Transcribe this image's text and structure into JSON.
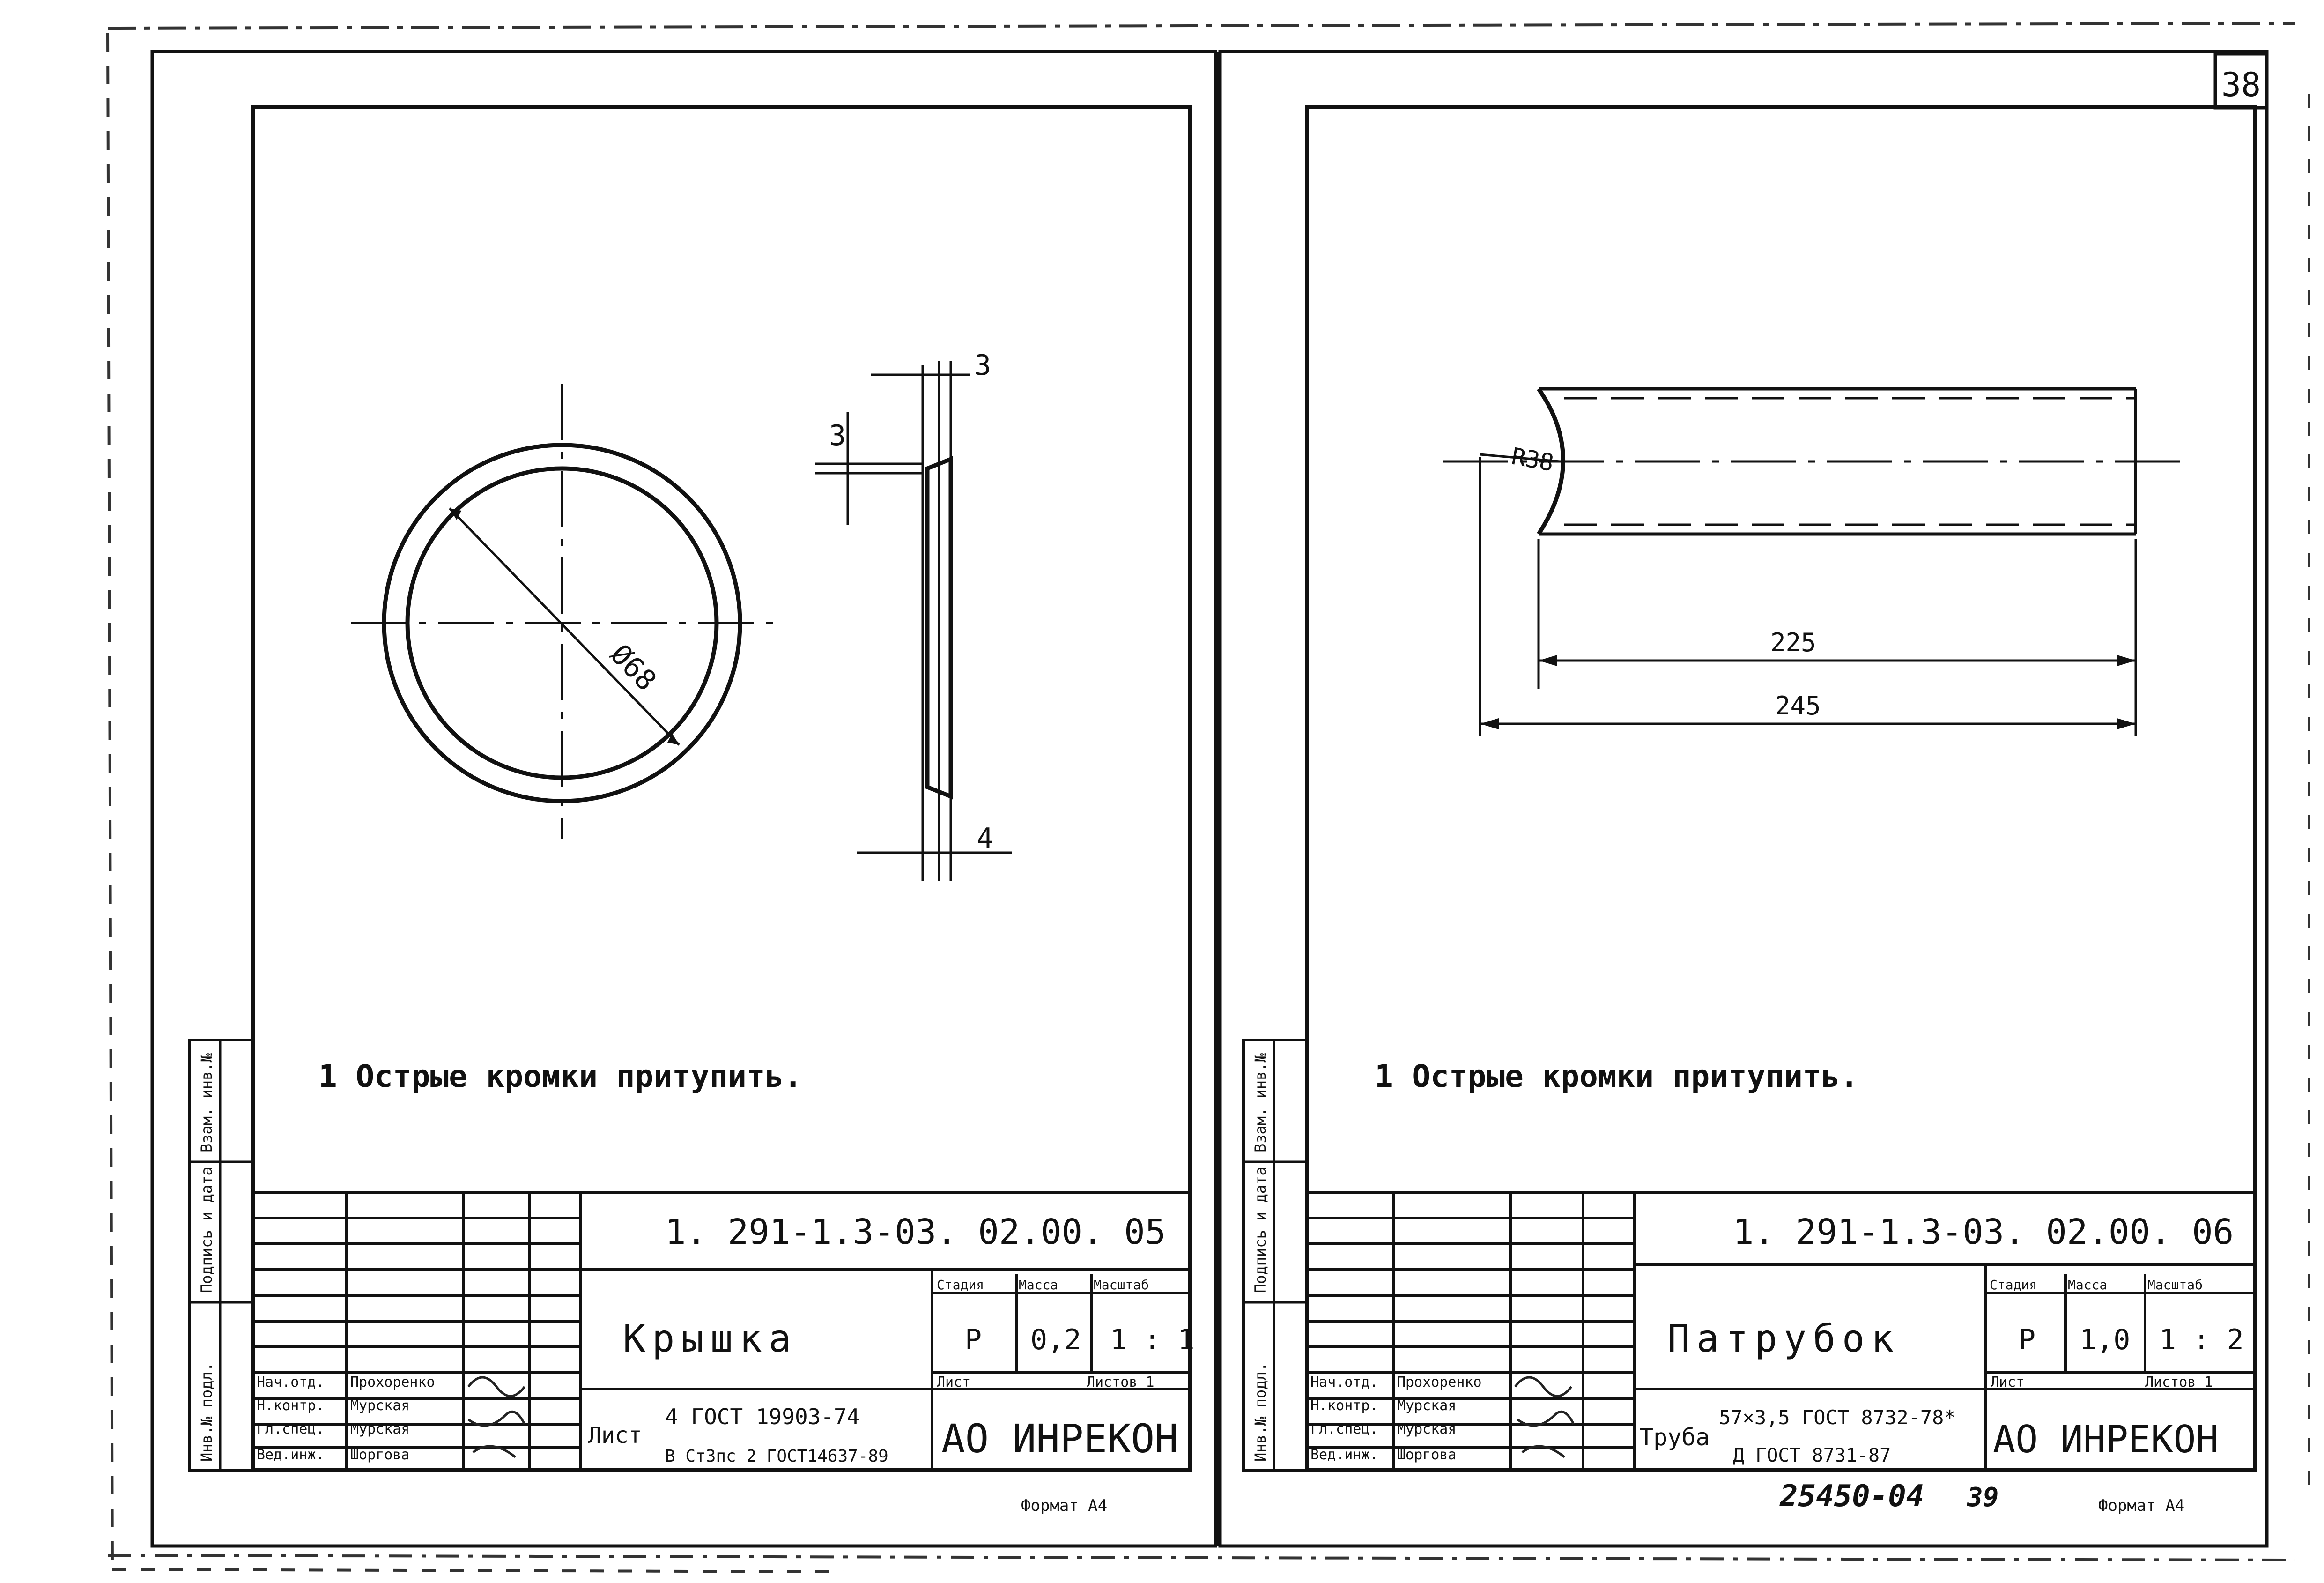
{
  "sheet_number": "38",
  "left_sheet": {
    "note": "1  Острые  кромки  притупить.",
    "designation": "1. 291-1.3-03. 02.00. 05",
    "part_name": "Крышка",
    "stage_header": "Стадия",
    "mass_header": "Масса",
    "scale_header": "Масштаб",
    "stage": "Р",
    "mass": "0,2",
    "scale": "1 : 1",
    "sheet_label": "Лист",
    "sheets_label": "Листов 1",
    "material_prefix": "Лист",
    "material_line1": "4 ГОСТ 19903-74",
    "material_line2": "В Ст3пс 2 ГОСТ14637-89",
    "organization": "АО ИНРЕКОН",
    "format": "Формат А4",
    "roles": [
      "Нач.отд.",
      "Н.контр.",
      "Гл.спец.",
      "Вед.инж."
    ],
    "names": [
      "Прохоренко",
      "Мурская",
      "Мурская",
      "Шоргова"
    ],
    "dims": {
      "diameter": "Ø68",
      "d1": "3",
      "d2": "3",
      "d3": "4"
    }
  },
  "right_sheet": {
    "note": "1  Острые  кромки  притупить.",
    "designation": "1. 291-1.3-03. 02.00. 06",
    "part_name": "Патрубок",
    "stage_header": "Стадия",
    "mass_header": "Масса",
    "scale_header": "Масштаб",
    "stage": "Р",
    "mass": "1,0",
    "scale": "1 : 2",
    "sheet_label": "Лист",
    "sheets_label": "Листов 1",
    "material_prefix": "Труба",
    "material_line1": "57×3,5 ГОСТ 8732-78*",
    "material_line2": "Д ГОСТ 8731-87",
    "organization": "АО ИНРЕКОН",
    "format": "Формат А4",
    "roles": [
      "Нач.отд.",
      "Н.контр.",
      "Гл.спец.",
      "Вед.инж."
    ],
    "names": [
      "Прохоренко",
      "Мурская",
      "Мурская",
      "Шоргова"
    ],
    "dims": {
      "radius": "R38",
      "len1": "225",
      "len2": "245"
    }
  },
  "side_stamp": {
    "left": [
      "Инв.№ подл.",
      "Подпись и дата",
      "Взам. инв.№"
    ],
    "right": [
      "Инв.№ подл.",
      "Подпись и дата",
      "Взам. инв.№"
    ]
  },
  "doc_code": "25450-04",
  "doc_page": "39"
}
